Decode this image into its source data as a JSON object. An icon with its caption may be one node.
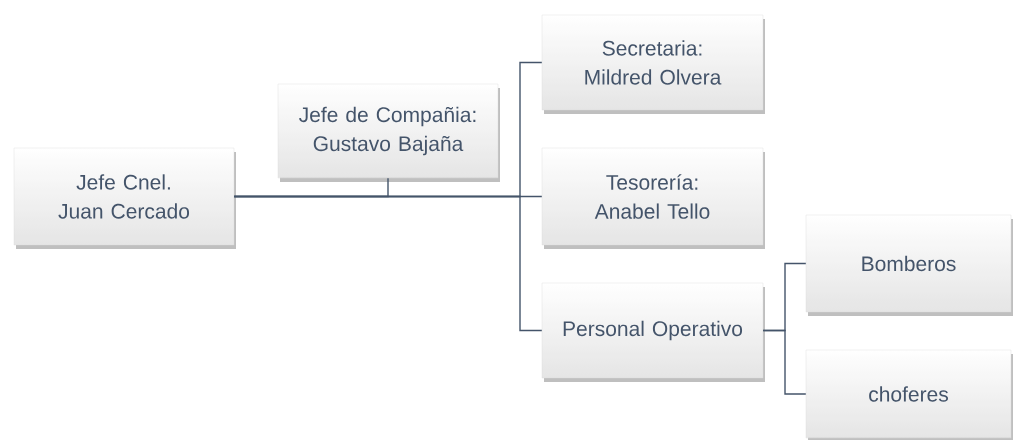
{
  "diagram": {
    "nodes": [
      {
        "text": [
          "Jefe Cnel. Juan Cercado"
        ]
      },
      {
        "text": [
          "Jefe de Compañia: Gustavo Bajaña"
        ]
      },
      {
        "text": [
          "Secretaria: Mildred Olvera"
        ]
      },
      {
        "text": [
          "Tesorería: Anabel Tello"
        ]
      },
      {
        "text": [
          "Personal Operativo"
        ]
      },
      {
        "text": [
          "Bomberos"
        ]
      },
      {
        "text": [
          "choferes"
        ]
      }
    ],
    "edges": [
      {
        "from": 0,
        "to": 1,
        "arrow": "none"
      },
      {
        "from": 0,
        "to": 2,
        "arrow": "none"
      },
      {
        "from": 0,
        "to": 3,
        "arrow": "none"
      },
      {
        "from": 0,
        "to": 4,
        "arrow": "none"
      },
      {
        "from": 4,
        "to": 5,
        "arrow": "none"
      },
      {
        "from": 4,
        "to": 6,
        "arrow": "none"
      }
    ]
  }
}
